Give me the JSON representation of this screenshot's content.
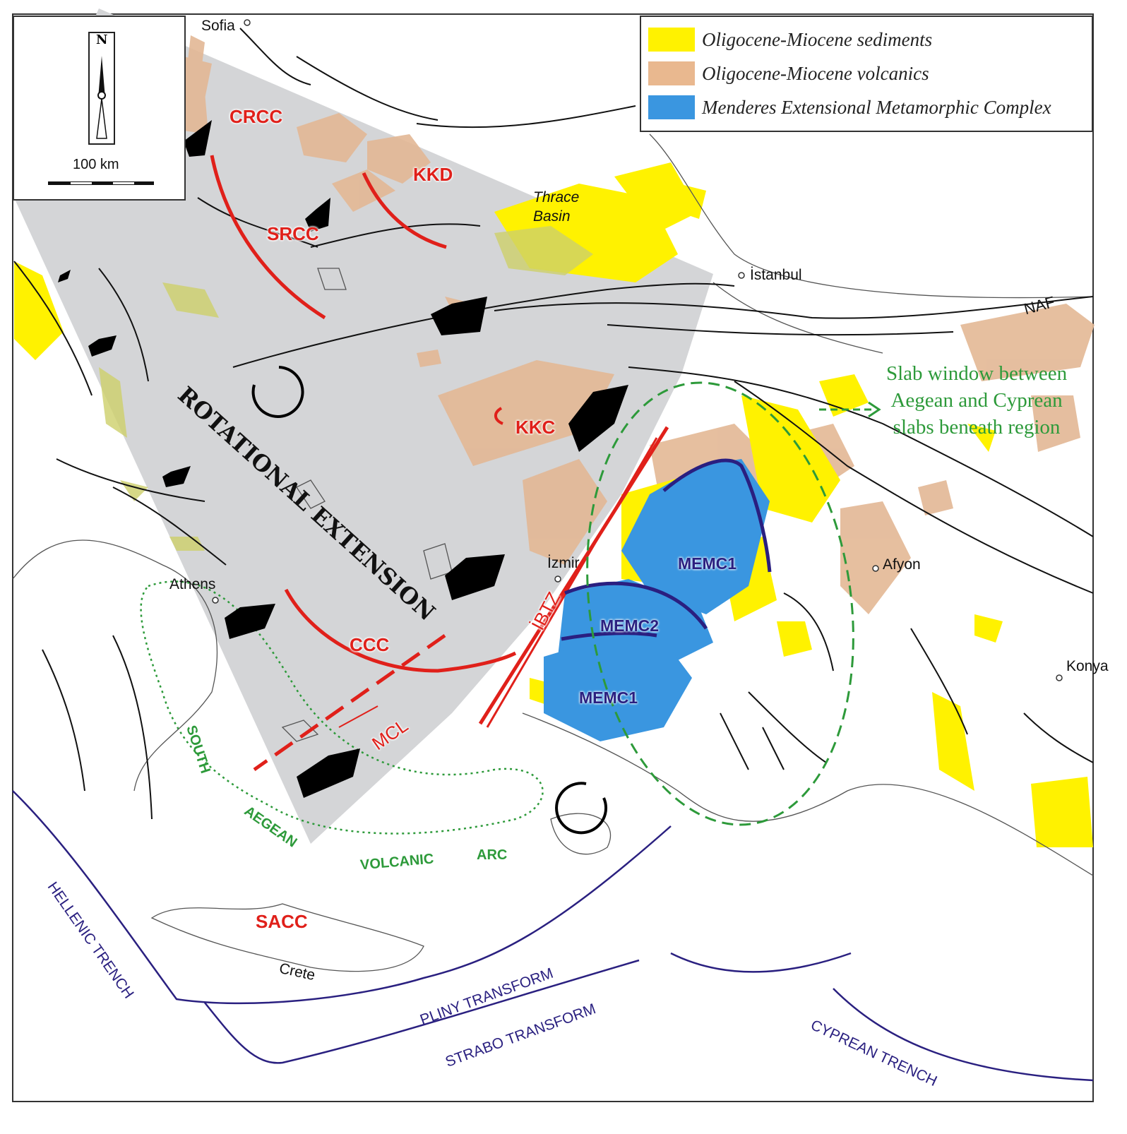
{
  "legend": {
    "items": [
      {
        "label": "Oligocene-Miocene sediments",
        "color": "#fff200"
      },
      {
        "label": "Oligocene-Miocene volcanics",
        "color": "#e9b88f"
      },
      {
        "label": "Menderes Extensional Metamorphic Complex",
        "color": "#3a96e0"
      }
    ]
  },
  "scale": {
    "north": "N",
    "label": "100 km"
  },
  "cities": {
    "sofia": "Sofia",
    "istanbul": "İstanbul",
    "athens": "Athens",
    "izmir": "İzmir",
    "afyon": "Afyon",
    "konya": "Konya",
    "crete": "Crete"
  },
  "labels": {
    "crcc": "CRCC",
    "kkd": "KKD",
    "srcc": "SRCC",
    "kkc": "KKC",
    "ccc": "CCC",
    "mcl": "MCL",
    "ibtz": "İBTZ",
    "sacc": "SACC",
    "thrace": "Thrace",
    "basin": "Basin",
    "naf": "NAF",
    "rotational": "ROTATIONAL EXTENSION",
    "memc1_north": "MEMC1",
    "memc2": "MEMC2",
    "memc1_south": "MEMC1",
    "slab_window": [
      "Slab window between",
      "Aegean and Cyprean",
      "slabs beneath region"
    ],
    "south": "SOUTH",
    "aegean": "AEGEAN",
    "volcanic": "VOLCANIC",
    "arc": "ARC",
    "hellenic": "HELLENIC TRENCH",
    "pliny": "PLINY TRANSFORM",
    "strabo": "STRABO TRANSFORM",
    "cyprean": "CYPREAN TRENCH"
  }
}
